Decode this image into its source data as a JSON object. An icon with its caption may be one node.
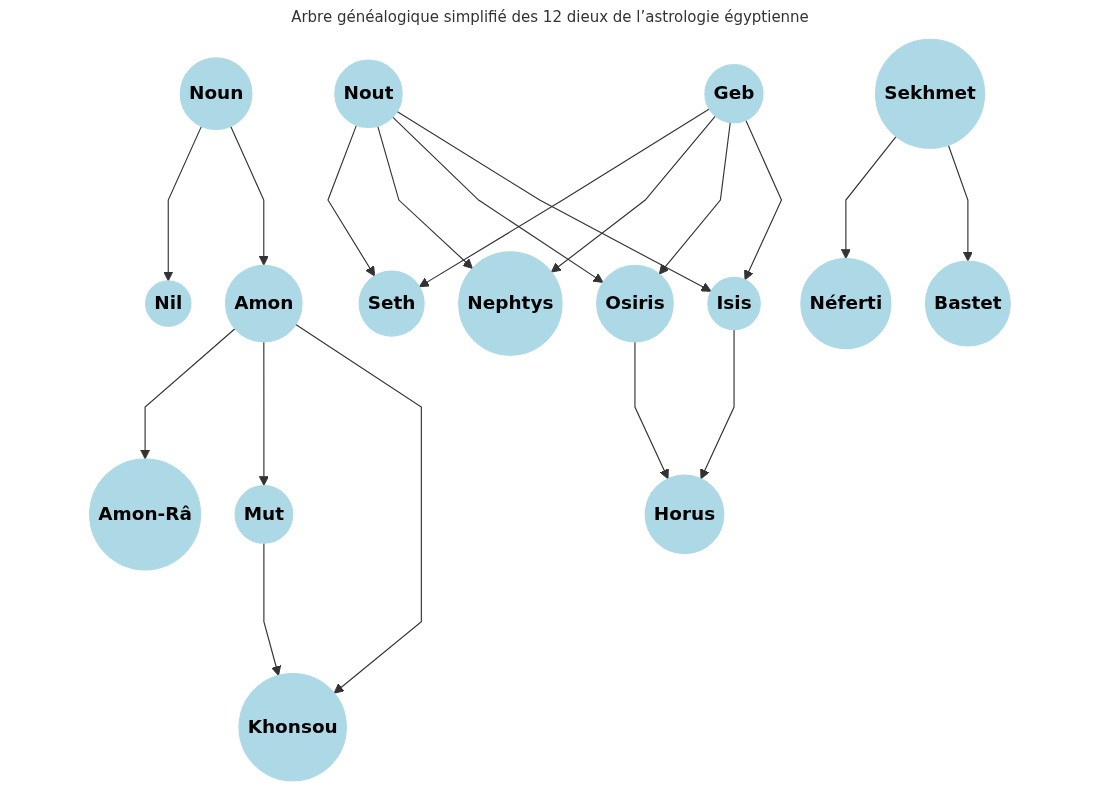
{
  "diagram": {
    "title": "Arbre généalogique simplifié des 12 dieux de l’astrologie égyptienne",
    "nodes": [
      {
        "text": [
          "Noun"
        ]
      },
      {
        "text": [
          "Nout"
        ]
      },
      {
        "text": [
          "Geb"
        ]
      },
      {
        "text": [
          "Sekhmet"
        ]
      },
      {
        "text": [
          "Nil"
        ]
      },
      {
        "text": [
          "Amon"
        ]
      },
      {
        "text": [
          "Seth"
        ]
      },
      {
        "text": [
          "Nephtys"
        ]
      },
      {
        "text": [
          "Osiris"
        ]
      },
      {
        "text": [
          "Isis"
        ]
      },
      {
        "text": [
          "Néferti"
        ]
      },
      {
        "text": [
          "Bastet"
        ]
      },
      {
        "text": [
          "Amon-Râ"
        ]
      },
      {
        "text": [
          "Mut"
        ]
      },
      {
        "text": [
          "Horus"
        ]
      },
      {
        "text": [
          "Khonsou"
        ]
      }
    ],
    "edges": [
      {
        "from": 0,
        "to": 4,
        "arrow": "to"
      },
      {
        "from": 0,
        "to": 5,
        "arrow": "to"
      },
      {
        "from": 1,
        "to": 6,
        "arrow": "to"
      },
      {
        "from": 1,
        "to": 7,
        "arrow": "to"
      },
      {
        "from": 1,
        "to": 8,
        "arrow": "to"
      },
      {
        "from": 1,
        "to": 9,
        "arrow": "to"
      },
      {
        "from": 2,
        "to": 6,
        "arrow": "to"
      },
      {
        "from": 2,
        "to": 7,
        "arrow": "to"
      },
      {
        "from": 2,
        "to": 8,
        "arrow": "to"
      },
      {
        "from": 2,
        "to": 9,
        "arrow": "to"
      },
      {
        "from": 3,
        "to": 10,
        "arrow": "to"
      },
      {
        "from": 3,
        "to": 11,
        "arrow": "to"
      },
      {
        "from": 5,
        "to": 12,
        "arrow": "to"
      },
      {
        "from": 5,
        "to": 13,
        "arrow": "to"
      },
      {
        "from": 5,
        "to": 15,
        "arrow": "to"
      },
      {
        "from": 13,
        "to": 15,
        "arrow": "to"
      },
      {
        "from": 8,
        "to": 14,
        "arrow": "to"
      },
      {
        "from": 9,
        "to": 14,
        "arrow": "to"
      }
    ]
  }
}
